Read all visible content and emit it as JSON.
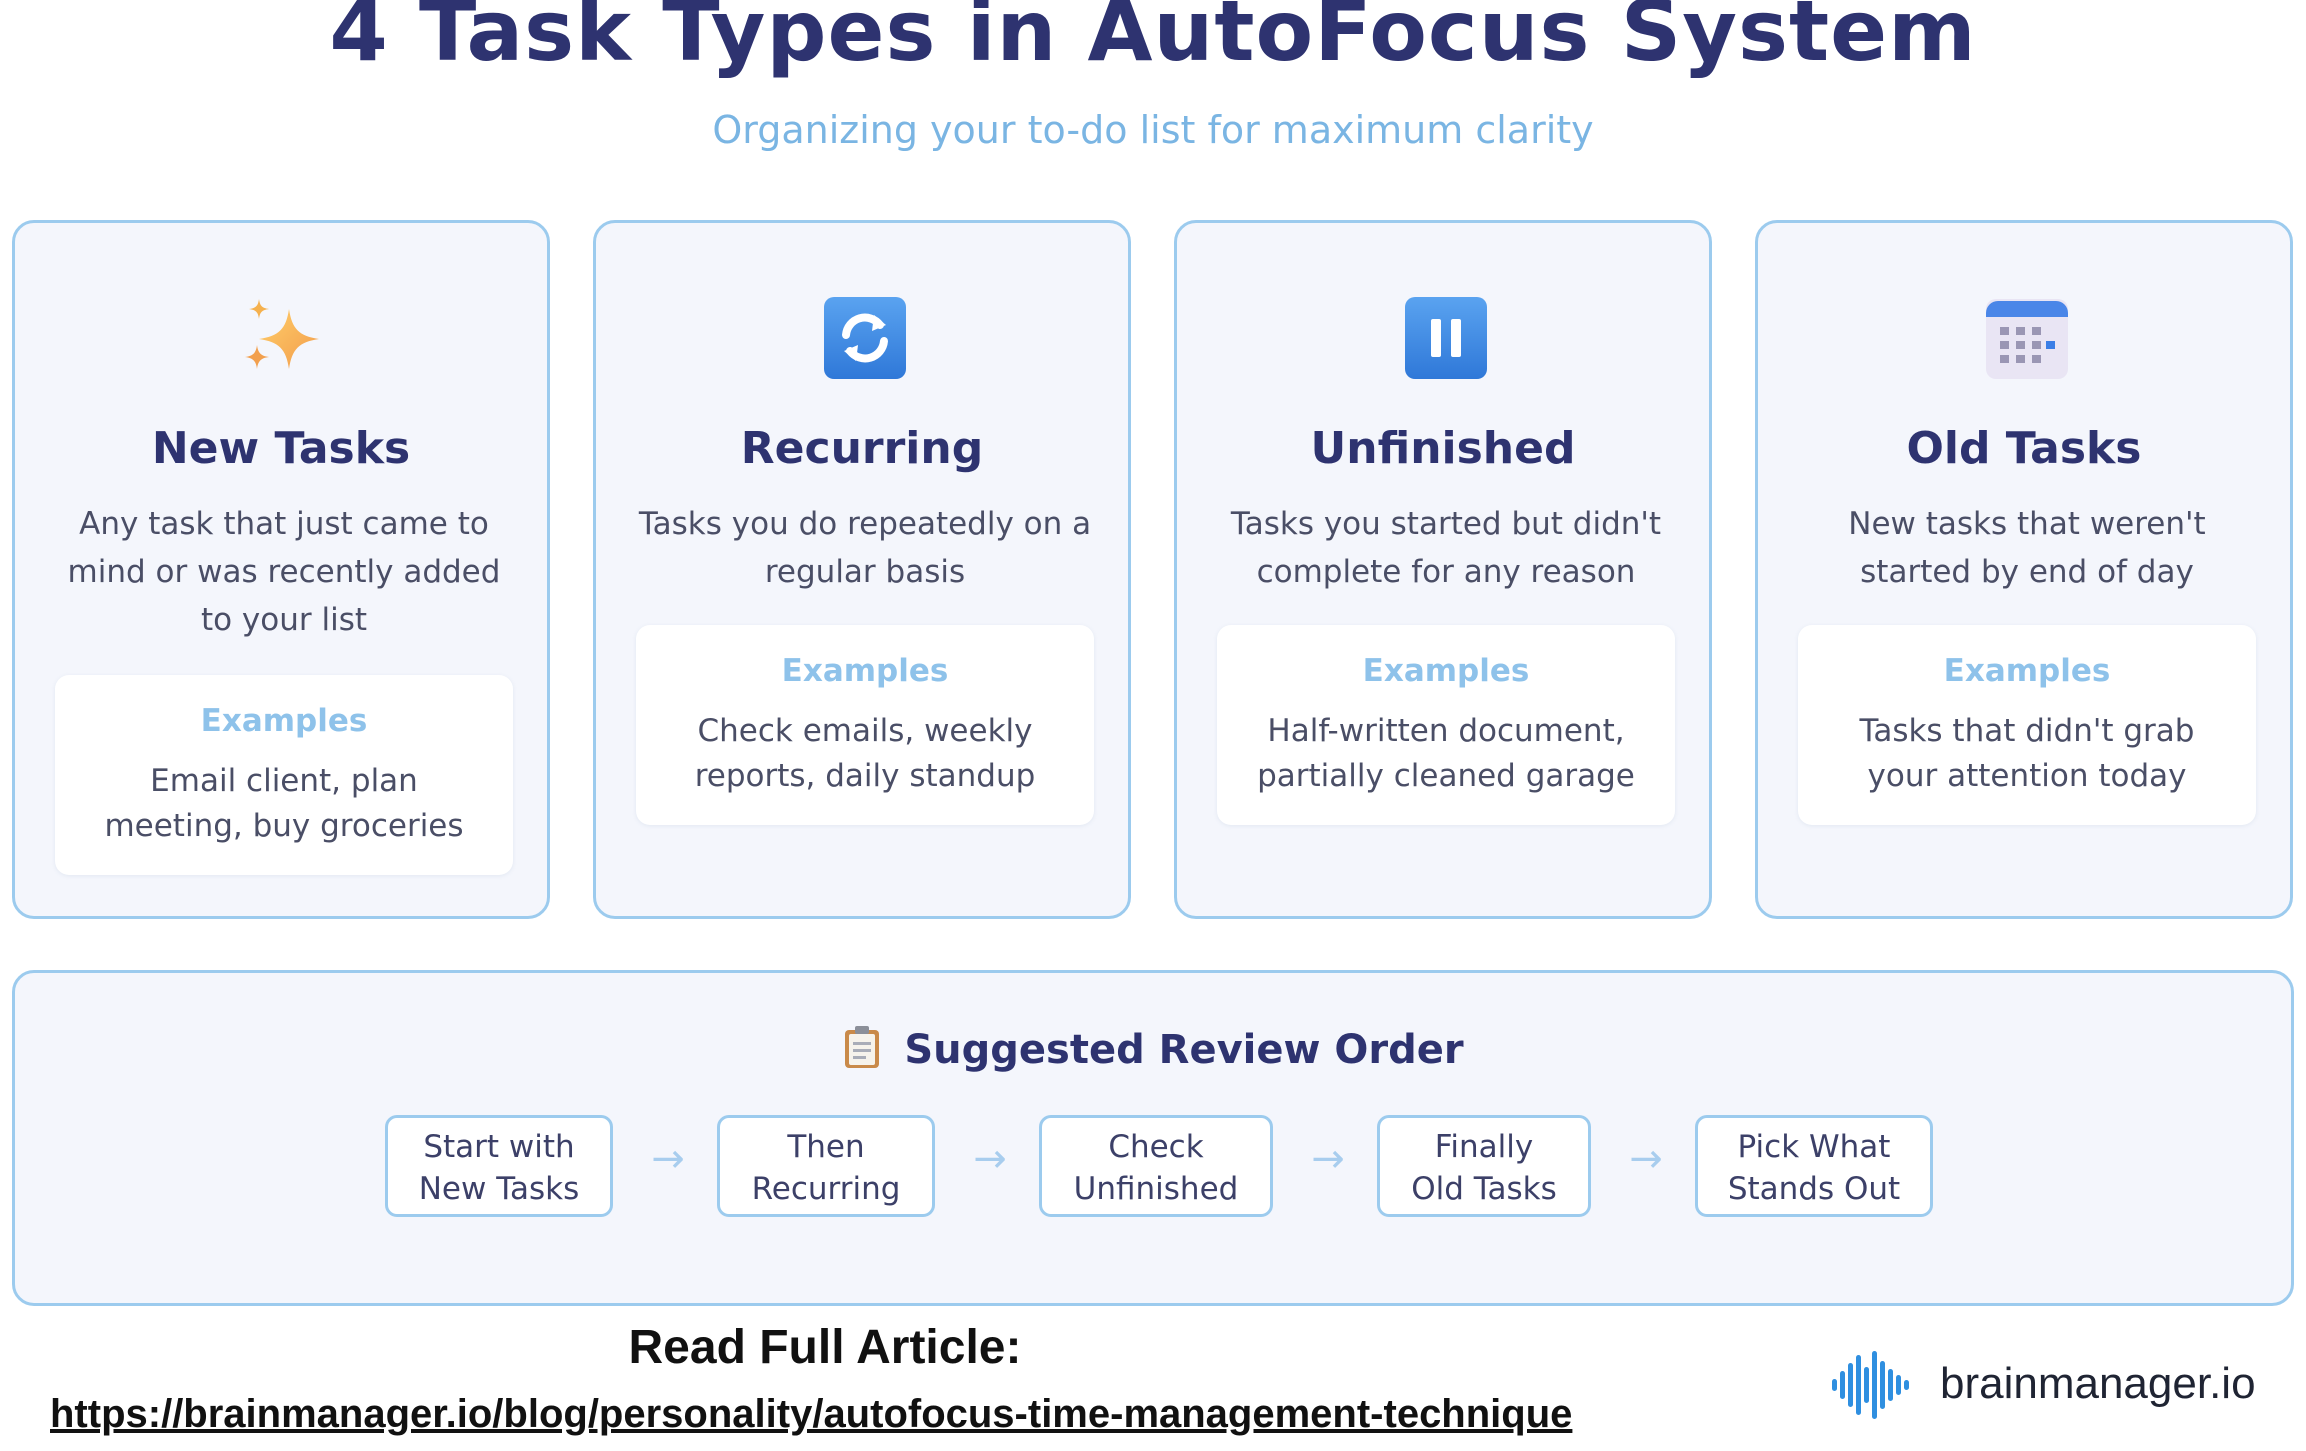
{
  "header": {
    "title": "4 Task Types in AutoFocus System",
    "subtitle": "Organizing your to-do list for maximum clarity"
  },
  "cards": [
    {
      "icon": "sparkles-icon",
      "title": "New Tasks",
      "description": "Any task that just came to mind or was recently added to your list",
      "examples_label": "Examples",
      "examples": "Email client, plan meeting, buy groceries"
    },
    {
      "icon": "repeat-icon",
      "title": "Recurring",
      "description": "Tasks you do repeatedly on a regular basis",
      "examples_label": "Examples",
      "examples": "Check emails, weekly reports, daily standup"
    },
    {
      "icon": "pause-icon",
      "title": "Unfinished",
      "description": "Tasks you started but didn't complete for any reason",
      "examples_label": "Examples",
      "examples": "Half-written document, partially cleaned garage"
    },
    {
      "icon": "calendar-icon",
      "title": "Old Tasks",
      "description": "New tasks that weren't started by end of day",
      "examples_label": "Examples",
      "examples": "Tasks that didn't grab your attention today"
    }
  ],
  "review": {
    "icon": "clipboard-icon",
    "heading": "Suggested Review Order",
    "arrow": "→",
    "steps": [
      {
        "line1": "Start with",
        "line2": "New Tasks"
      },
      {
        "line1": "Then",
        "line2": "Recurring"
      },
      {
        "line1": "Check",
        "line2": "Unfinished"
      },
      {
        "line1": "Finally",
        "line2": "Old Tasks"
      },
      {
        "line1": "Pick What",
        "line2": "Stands Out"
      }
    ]
  },
  "footer": {
    "read_label": "Read Full Article:",
    "link": "https://brainmanager.io/blog/personality/autofocus-time-management-technique",
    "brand_icon": "sound-wave-logo-icon",
    "brand_name": "brainmanager.io"
  },
  "colors": {
    "title": "#2e3370",
    "subtitle": "#7ab5e3",
    "card_border": "#9ccbee",
    "card_background": "#f4f6fc",
    "examples_label": "#8ec2ea",
    "brand_blue": "#2f8fe0"
  }
}
